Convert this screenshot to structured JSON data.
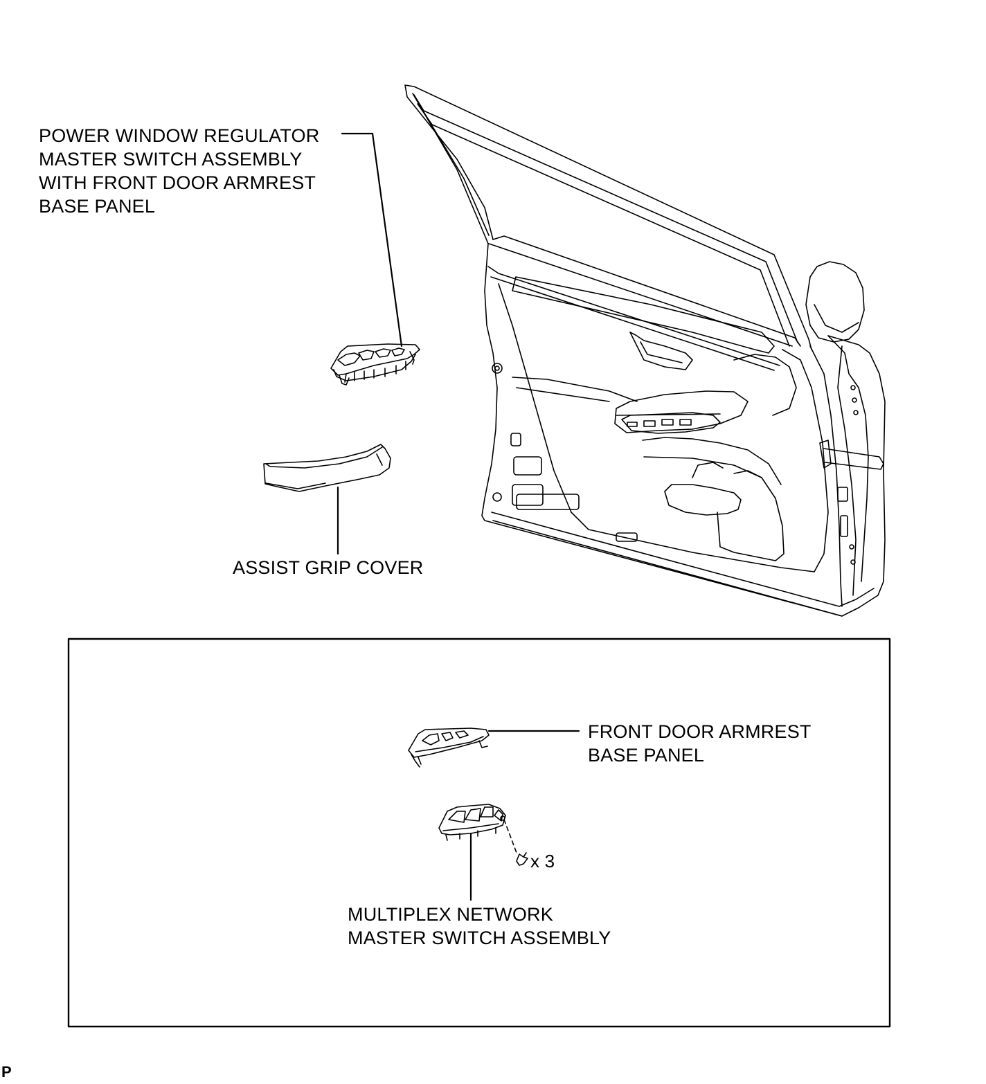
{
  "labels": {
    "power_window_line1": "POWER WINDOW REGULATOR",
    "power_window_line2": "MASTER SWITCH ASSEMBLY",
    "power_window_line3": "WITH FRONT DOOR ARMREST",
    "power_window_line4": "BASE PANEL",
    "assist_grip_cover": "ASSIST GRIP COVER",
    "armrest_base_line1": "FRONT DOOR ARMREST",
    "armrest_base_line2": "BASE PANEL",
    "multiplex_line1": "MULTIPLEX NETWORK",
    "multiplex_line2": "MASTER SWITCH ASSEMBLY",
    "screw_quantity": "x 3",
    "corner_mark": "P"
  },
  "colors": {
    "line": "#000000",
    "background": "#ffffff"
  }
}
